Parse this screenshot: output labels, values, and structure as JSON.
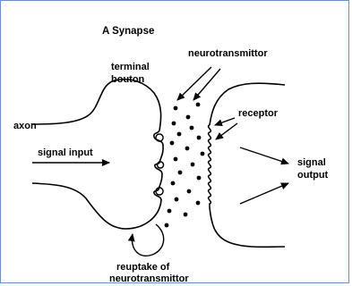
{
  "diagram": {
    "title": "A Synapse",
    "labels": {
      "neurotransmitter": "neurotransmittor",
      "terminal_line1": "terminal",
      "terminal_line2": "bouton",
      "axon": "axon",
      "signal_input": "signal input",
      "receptor": "receptor",
      "signal_output_line1": "signal",
      "signal_output_line2": "output",
      "reuptake_line1": "reuptake of",
      "reuptake_line2": "neurotransmittor"
    },
    "colors": {
      "frame": "#6f8fc0",
      "ink": "#000000",
      "background": "#ffffff"
    }
  }
}
